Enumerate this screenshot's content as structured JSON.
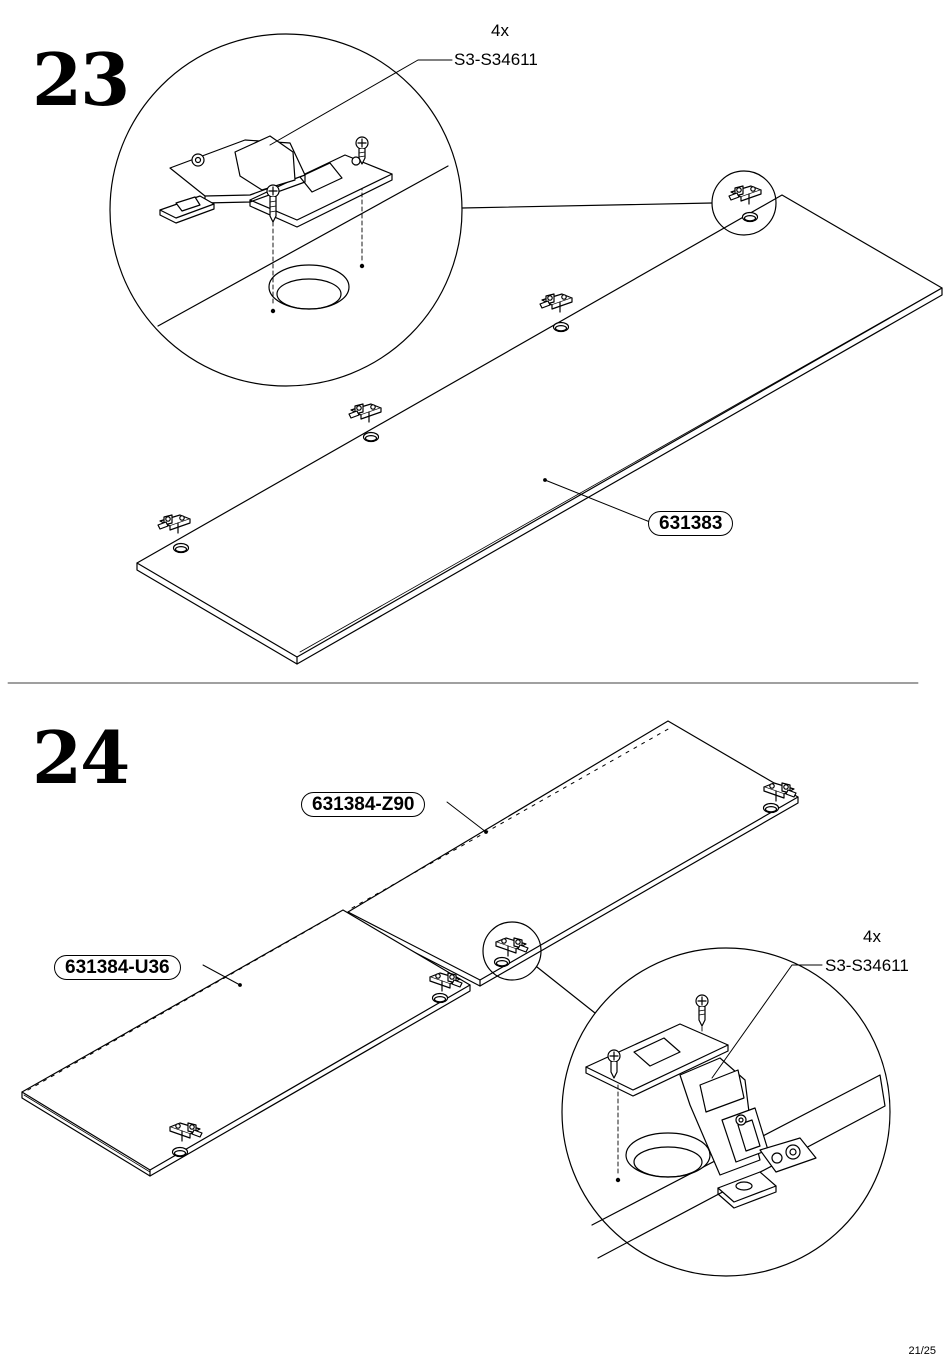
{
  "steps": [
    {
      "number": "23",
      "quantity": "4x",
      "hardware_code": "S3-S34611",
      "part_label": "631383"
    },
    {
      "number": "24",
      "quantity": "4x",
      "hardware_code": "S3-S34611",
      "part_labels": [
        "631384-Z90",
        "631384-U36"
      ]
    }
  ],
  "page_number": "21/25"
}
